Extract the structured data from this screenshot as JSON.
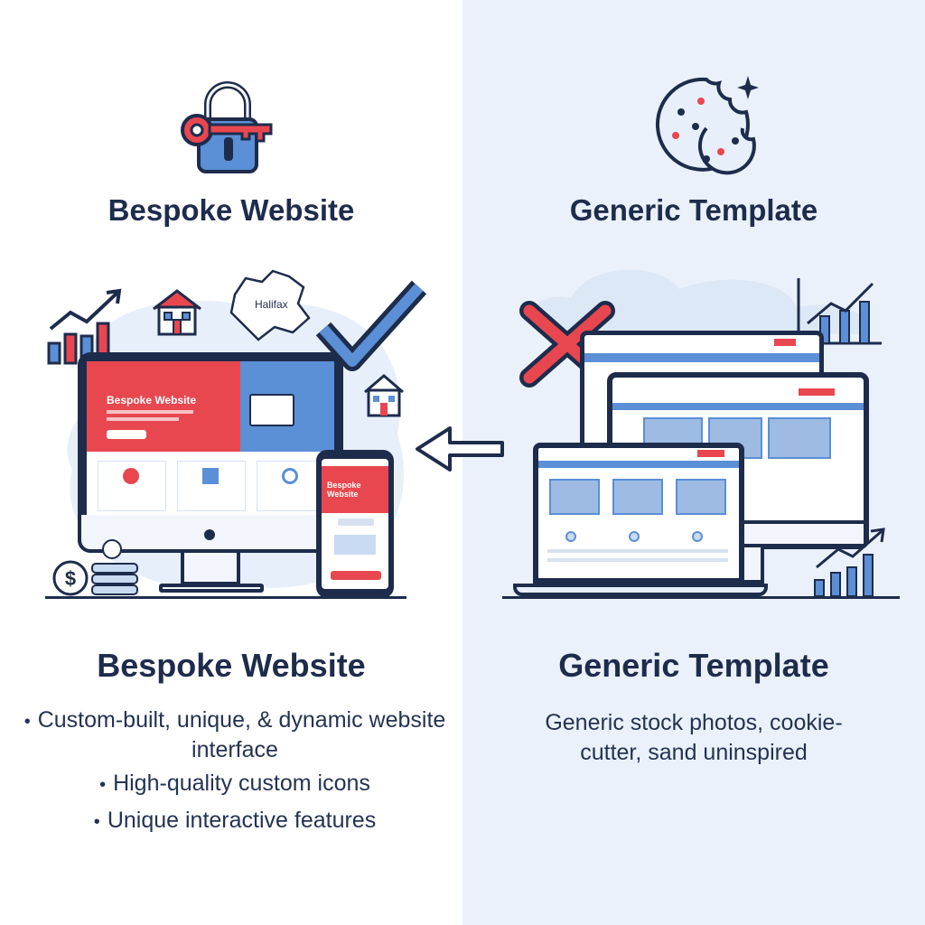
{
  "left": {
    "heading_top": "Bespoke Website",
    "heading_bottom": "Bespoke Website",
    "map_label": "Halifax",
    "screen_hero_title": "Bespoke Website",
    "phone_hero_title": "Bespoke Website",
    "bullets": [
      "Custom-built, unique, & dynamic website interface",
      "High-quality custom icons",
      "Unique interactive features"
    ],
    "bullet_marker": "•"
  },
  "right": {
    "heading_top": "Generic Template",
    "heading_bottom": "Generic Template",
    "description": "Generic stock photos, cookie-cutter, sand uninspired"
  },
  "icons": {
    "lock": "lock-key-icon",
    "cookie": "cookie-icon",
    "check": "checkmark-icon",
    "cross": "cross-icon",
    "arrow": "arrow-left-icon"
  },
  "colors": {
    "navy": "#1e2c4c",
    "red": "#e8474f",
    "blue": "#5b8fd6",
    "light_blue": "#c9dbf2",
    "right_bg": "#eaf1fa"
  }
}
